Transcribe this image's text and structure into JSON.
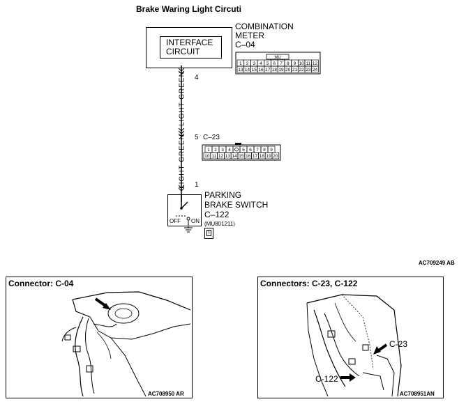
{
  "title": "Brake Waring Light Circuti",
  "meter": {
    "interface": [
      "INTERFACE",
      "CIRCUIT"
    ],
    "name": [
      "COMBINATION",
      "METER"
    ],
    "connector": "C–04",
    "pins_row1": [
      "1",
      "2",
      "3",
      "4",
      "5",
      "6",
      "7",
      "8",
      "9",
      "10",
      "11",
      "12"
    ],
    "pins_row2": [
      "13",
      "14",
      "15",
      "16",
      "17",
      "18",
      "19",
      "20",
      "21",
      "22",
      "23",
      "24"
    ],
    "marker": "MU"
  },
  "wire": {
    "color_label": "LIGHT GREEN",
    "pin_top": "4",
    "pin_mid": "5",
    "mid_connector": "C–23",
    "pin_bottom": "1"
  },
  "c23": {
    "pins_row1": [
      "1",
      "2",
      "3",
      "4",
      "",
      "5",
      "6",
      "7",
      "8",
      "9"
    ],
    "pins_row2": [
      "10",
      "11",
      "12",
      "13",
      "14",
      "15",
      "16",
      "17",
      "18",
      "19",
      "20"
    ]
  },
  "switch": {
    "name": [
      "PARKING",
      "BRAKE SWITCH"
    ],
    "connector": "C–122",
    "part": "(MU801211)",
    "off": "OFF",
    "on": "ON",
    "pin": "1"
  },
  "code_main": "AC709249 AB",
  "panel_left": {
    "heading": "Connector: C-04",
    "code": "AC708950 AR"
  },
  "panel_right": {
    "heading": "Connectors: C-23, C-122",
    "code": "AC708951AN",
    "callout1": "C-23",
    "callout2": "C-122"
  }
}
